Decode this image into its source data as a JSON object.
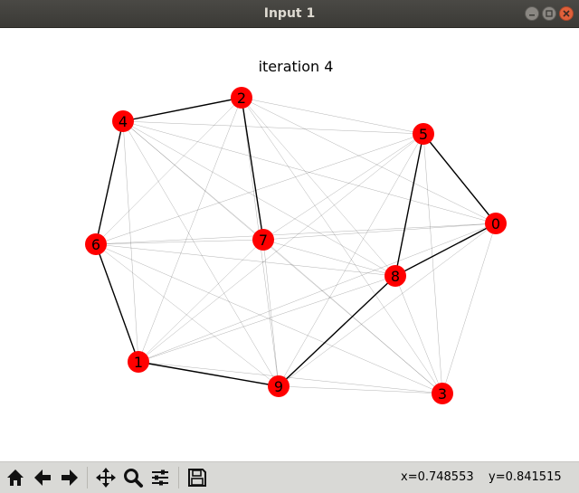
{
  "window": {
    "title": "Input 1"
  },
  "plot": {
    "title": "iteration 4",
    "nodes": [
      {
        "id": "0",
        "label": "0"
      },
      {
        "id": "1",
        "label": "1"
      },
      {
        "id": "2",
        "label": "2"
      },
      {
        "id": "3",
        "label": "3"
      },
      {
        "id": "4",
        "label": "4"
      },
      {
        "id": "5",
        "label": "5"
      },
      {
        "id": "6",
        "label": "6"
      },
      {
        "id": "7",
        "label": "7"
      },
      {
        "id": "8",
        "label": "8"
      },
      {
        "id": "9",
        "label": "9"
      }
    ],
    "strong_edges": [
      [
        "2",
        "4"
      ],
      [
        "4",
        "6"
      ],
      [
        "6",
        "1"
      ],
      [
        "1",
        "9"
      ],
      [
        "9",
        "8"
      ],
      [
        "8",
        "0"
      ],
      [
        "0",
        "5"
      ],
      [
        "5",
        "8"
      ],
      [
        "2",
        "7"
      ]
    ],
    "node_color": "#ff0000",
    "edge_color": "#000000"
  },
  "toolbar": {
    "buttons": [
      {
        "name": "home-button",
        "icon": "home-icon"
      },
      {
        "name": "back-button",
        "icon": "arrow-left-icon"
      },
      {
        "name": "forward-button",
        "icon": "arrow-right-icon"
      },
      {
        "name": "pan-button",
        "icon": "move-icon"
      },
      {
        "name": "zoom-button",
        "icon": "magnifier-icon"
      },
      {
        "name": "configure-button",
        "icon": "sliders-icon"
      },
      {
        "name": "save-button",
        "icon": "floppy-icon"
      }
    ],
    "x_readout": "x=0.748553",
    "y_readout": "y=0.841515"
  }
}
